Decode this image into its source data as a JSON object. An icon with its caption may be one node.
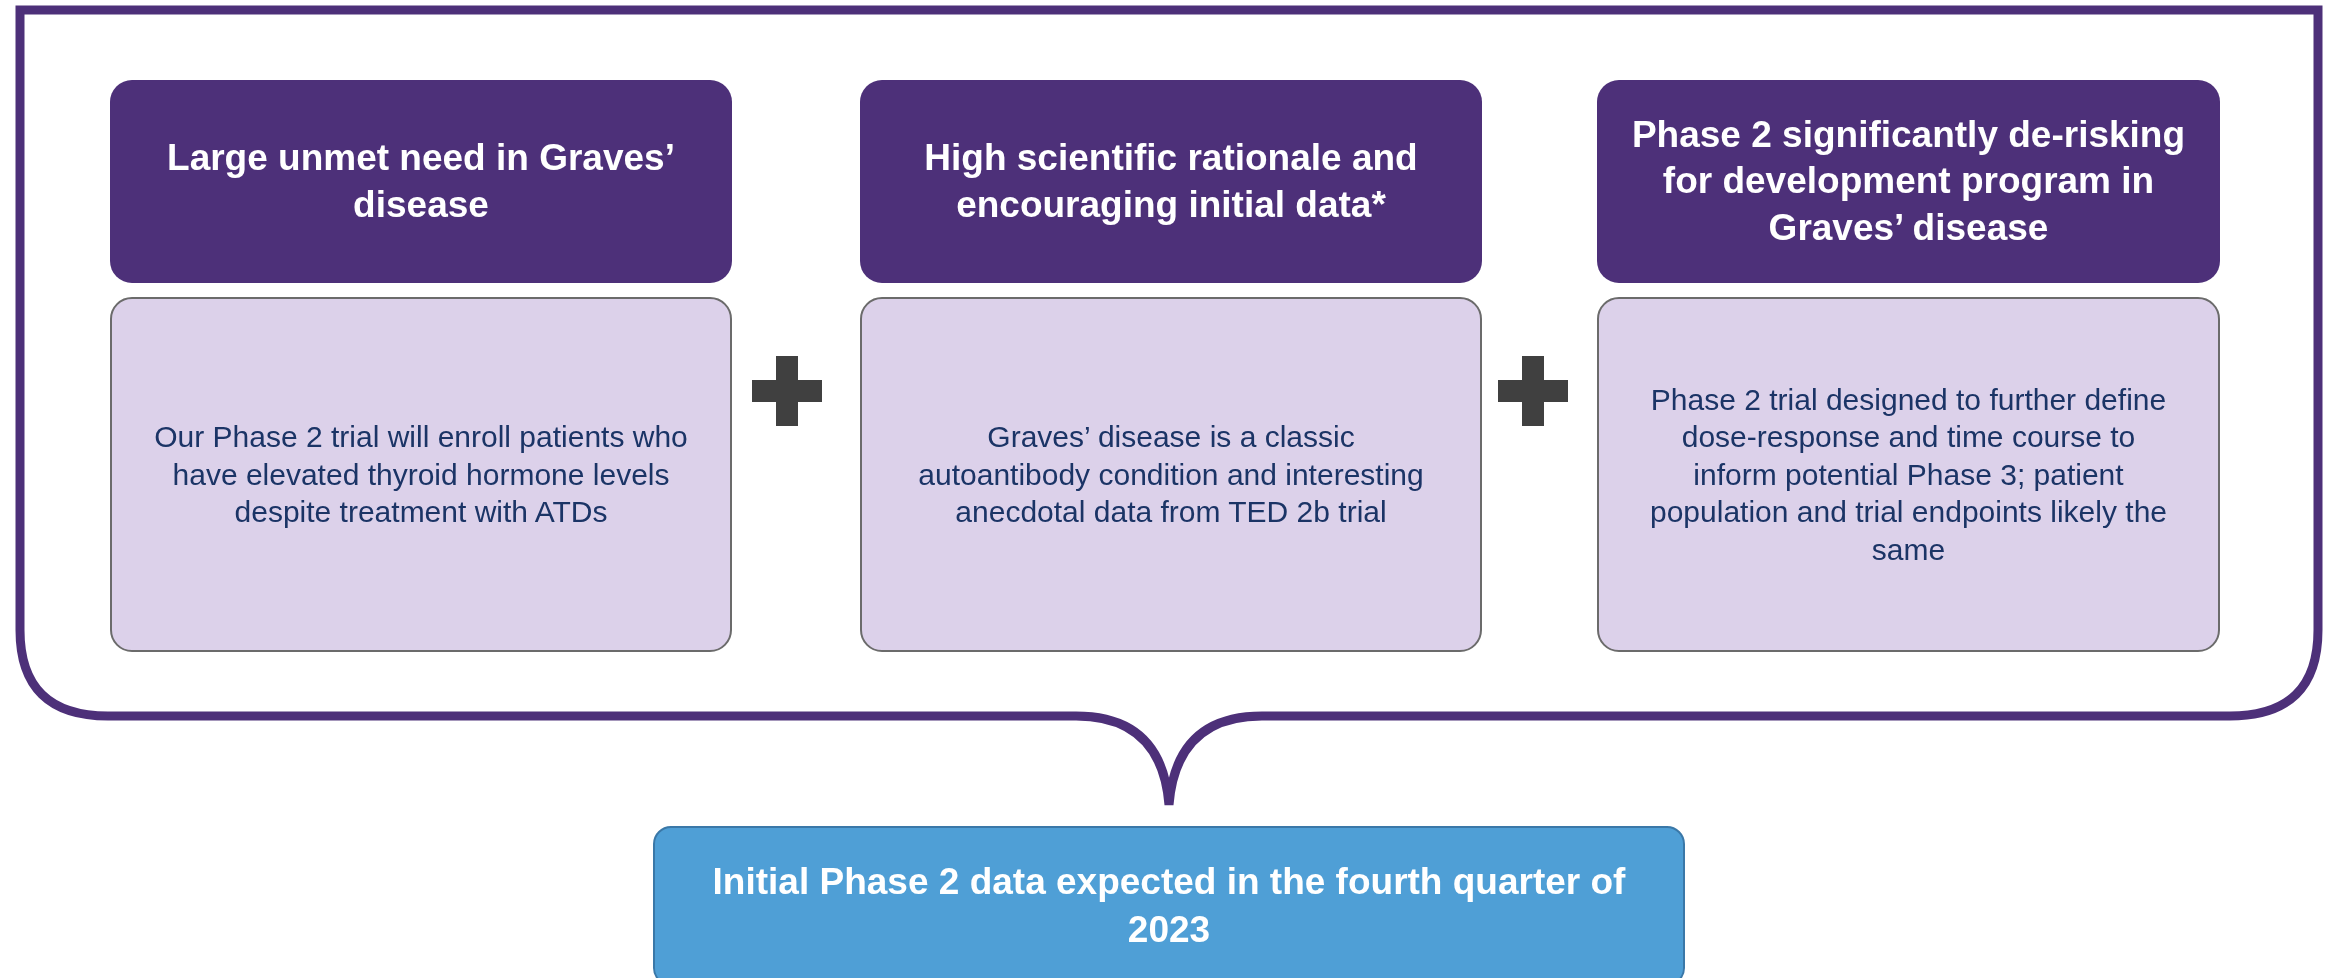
{
  "diagram": {
    "nodes": [
      {
        "text": [
          "Large unmet need in Graves’ disease"
        ]
      },
      {
        "text": [
          "High scientific rationale and encouraging initial data*"
        ]
      },
      {
        "text": [
          "Phase 2 significantly de-risking for development program in Graves’ disease"
        ]
      },
      {
        "text": [
          "Our Phase 2 trial will enroll patients who have elevated thyroid hormone levels despite treatment with ATDs"
        ]
      },
      {
        "text": [
          "Graves’ disease is a classic autoantibody condition and interesting anecdotal data from TED 2b trial"
        ]
      },
      {
        "text": [
          "Phase 2 trial designed to further define dose-response and time course to inform potential Phase 3; patient population and trial endpoints likely the same"
        ]
      },
      {
        "text": [
          "Initial Phase 2 data expected in the fourth quarter of 2023"
        ]
      }
    ]
  }
}
